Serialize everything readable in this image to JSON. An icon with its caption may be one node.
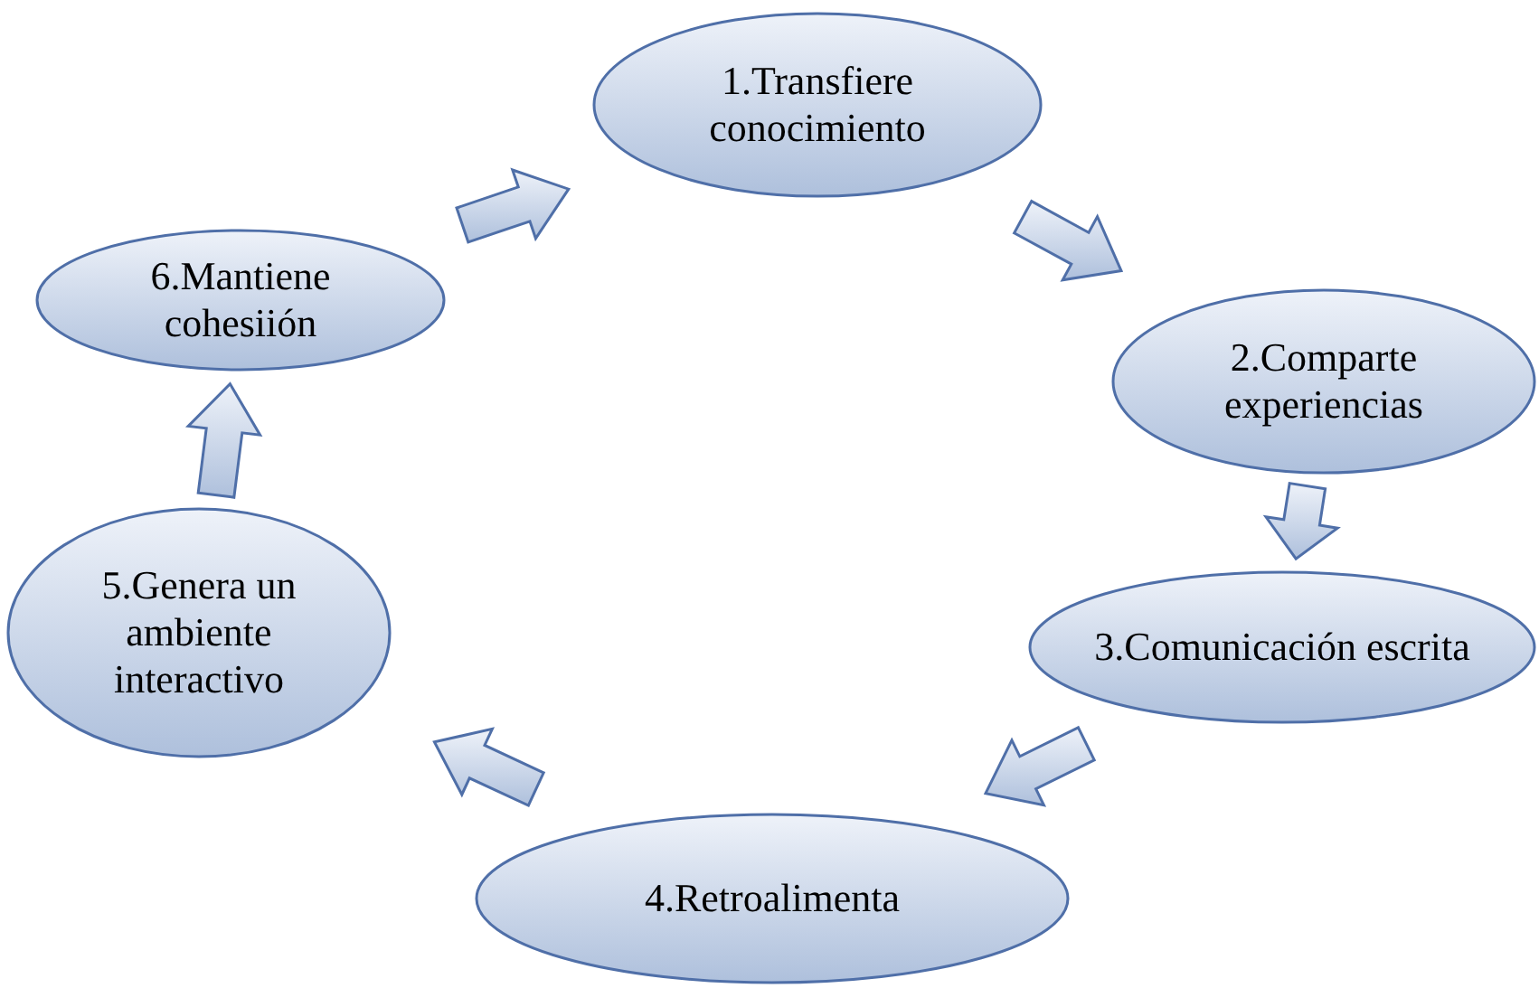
{
  "diagram": {
    "nodes": [
      {
        "text": [
          "1.Transfiere conocimiento"
        ]
      },
      {
        "text": [
          "2.Comparte experiencias"
        ]
      },
      {
        "text": [
          "3.Comunicación escrita"
        ]
      },
      {
        "text": [
          "4.Retroalimenta"
        ]
      },
      {
        "text": [
          "5.Genera un ambiente interactivo"
        ]
      },
      {
        "text": [
          "6.Mantiene cohesiión"
        ]
      }
    ],
    "edges": [
      {
        "from": 0,
        "to": 1,
        "arrow": "to"
      },
      {
        "from": 1,
        "to": 2,
        "arrow": "to"
      },
      {
        "from": 2,
        "to": 3,
        "arrow": "to"
      },
      {
        "from": 3,
        "to": 4,
        "arrow": "to"
      },
      {
        "from": 4,
        "to": 5,
        "arrow": "to"
      },
      {
        "from": 5,
        "to": 0,
        "arrow": "to"
      }
    ]
  }
}
